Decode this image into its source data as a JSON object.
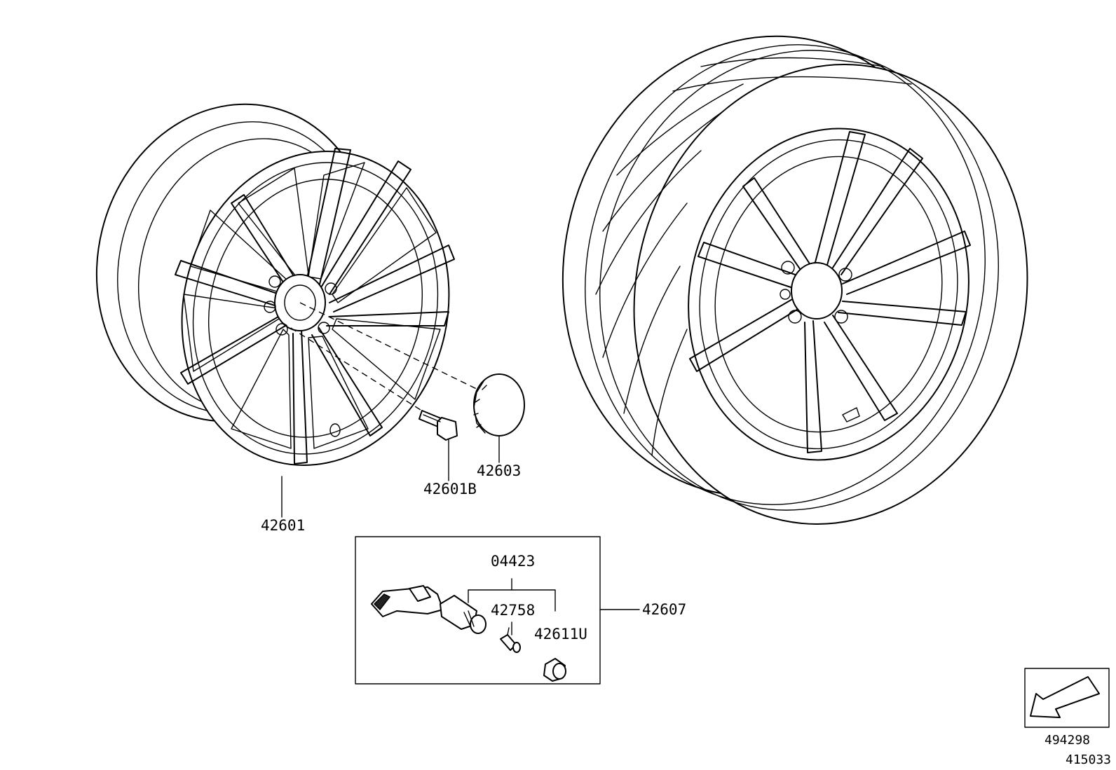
{
  "callouts": {
    "wheel": "42601",
    "hub_bolt": "42601B",
    "center_cap": "42603",
    "tpms_sensor": "04423",
    "valve_core": "42758",
    "valve_cap": "42611U",
    "tpms_kit": "42607"
  },
  "footer": {
    "figure_number": "494298",
    "sheet_number": "415033"
  },
  "icons": {
    "direction_arrow": "front-direction-arrow-icon"
  }
}
